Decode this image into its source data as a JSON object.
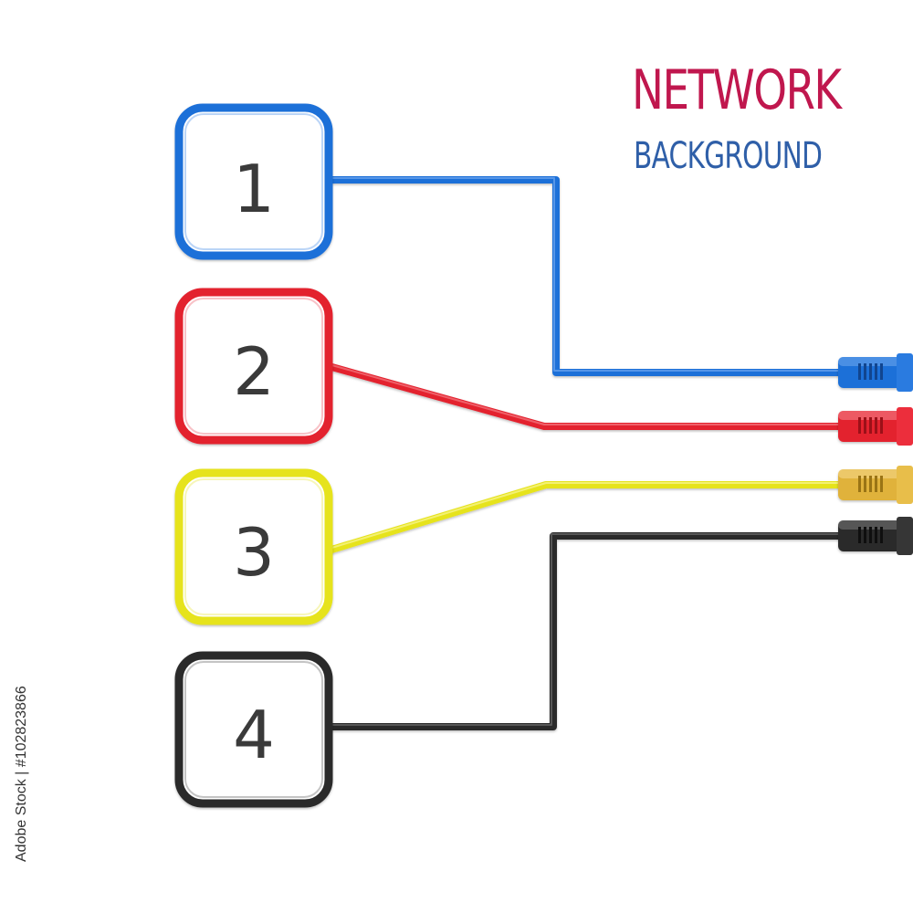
{
  "title": {
    "line1": "NETWORK",
    "line2": "BACKGROUND",
    "line1_color": "#c0174e",
    "line2_color": "#2f5fa8"
  },
  "cables": [
    {
      "number": "1",
      "color": "#1f6fd8",
      "dark": "#11458f",
      "name": "blue"
    },
    {
      "number": "2",
      "color": "#e3202f",
      "dark": "#9c1018",
      "name": "red"
    },
    {
      "number": "3",
      "color": "#e6e31a",
      "dark": "#a8a30a",
      "plug": "#e0b23a",
      "name": "yellow"
    },
    {
      "number": "4",
      "color": "#2c2c2c",
      "dark": "#0f0f0f",
      "name": "black"
    }
  ],
  "stock_id": "Adobe Stock | #102823866",
  "background_color": "#ffffff"
}
